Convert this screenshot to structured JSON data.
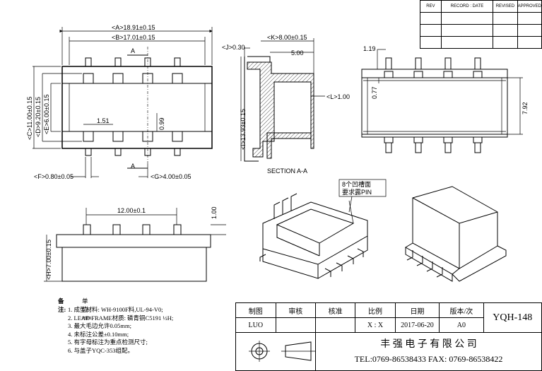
{
  "revision_table": {
    "headers": [
      "REV",
      "RECORD : DATE",
      "REVISED",
      "APPROVED"
    ]
  },
  "front_view": {
    "dims": {
      "A": "<A>18.91±0.15",
      "B": "<B>17.01±0.15",
      "C": "<C>11.00±0.15",
      "D": "<D>9.20±0.15",
      "E": "<E>6.00±0.15",
      "F": "<F>0.80±0.05",
      "G": "<G>4.00±0.05",
      "d151": "1.51",
      "d099": "0.99"
    },
    "section_mark": "A"
  },
  "section_view": {
    "dims": {
      "J": "<J>0.30",
      "K": "<K>8.00±0.15",
      "d500": "5.00",
      "L": "<L>1.00",
      "I": "<I>13.93±0.15"
    },
    "caption": "SECTION A-A"
  },
  "top_view": {
    "dims": {
      "d119": "1.19",
      "d077": "0.77",
      "d792": "7.92"
    }
  },
  "side_view": {
    "dims": {
      "d1200": "12.00±0.1",
      "d100": "1.00",
      "H": "<H>7.00±0.15"
    }
  },
  "callout": {
    "line1": "8个凹槽面",
    "line2": "要求露PIN"
  },
  "notes": {
    "title": "备注:",
    "unit": "单位: mm",
    "items": [
      "1. 成型材料: WH-9100F料,UL-94-V0;",
      "2. LEAD FRAME材质: 磷青铜C5191 ½H;",
      "3. 最大毛边允许0.05mm;",
      "4. 未标注公差±0.10mm;",
      "5. 有字母标注为重点检测尺寸;",
      "6. 与盖子YQC-353组配。"
    ]
  },
  "title_block": {
    "headers": [
      "制图",
      "审核",
      "核准",
      "比例",
      "日期",
      "版本/次"
    ],
    "values": [
      "LUO",
      "",
      "",
      "X : X",
      "2017-06-20",
      "A0"
    ],
    "part_no": "YQH-148",
    "company": "丰 强 电 子 有 限 公 司",
    "phone": "TEL:0769-86538433 FAX: 0769-86538422"
  }
}
